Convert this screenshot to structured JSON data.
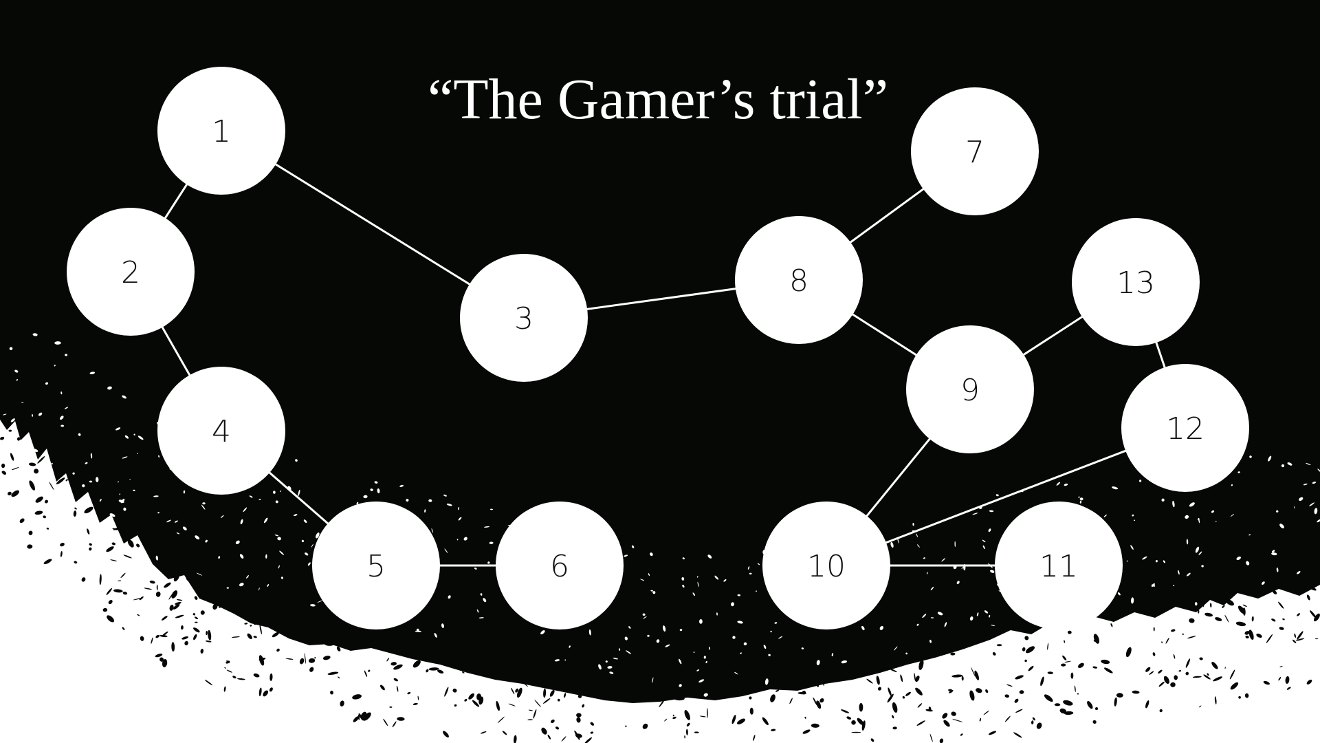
{
  "title": "“The Gamer’s trial”",
  "colors": {
    "background": "#050805",
    "node_fill": "#ffffff",
    "node_text": "#111111",
    "edge": "#ffffff",
    "splash": "#ffffff"
  },
  "graph": {
    "nodes": [
      {
        "id": "1",
        "label": "1"
      },
      {
        "id": "2",
        "label": "2"
      },
      {
        "id": "3",
        "label": "3"
      },
      {
        "id": "4",
        "label": "4"
      },
      {
        "id": "5",
        "label": "5"
      },
      {
        "id": "6",
        "label": "6"
      },
      {
        "id": "7",
        "label": "7"
      },
      {
        "id": "8",
        "label": "8"
      },
      {
        "id": "9",
        "label": "9"
      },
      {
        "id": "10",
        "label": "10"
      },
      {
        "id": "11",
        "label": "11"
      },
      {
        "id": "12",
        "label": "12"
      },
      {
        "id": "13",
        "label": "13"
      }
    ],
    "edges": [
      {
        "from": "1",
        "to": "2"
      },
      {
        "from": "1",
        "to": "3"
      },
      {
        "from": "2",
        "to": "4"
      },
      {
        "from": "4",
        "to": "5"
      },
      {
        "from": "5",
        "to": "6"
      },
      {
        "from": "3",
        "to": "8"
      },
      {
        "from": "8",
        "to": "7"
      },
      {
        "from": "8",
        "to": "9"
      },
      {
        "from": "9",
        "to": "13"
      },
      {
        "from": "13",
        "to": "12"
      },
      {
        "from": "9",
        "to": "10"
      },
      {
        "from": "12",
        "to": "10"
      },
      {
        "from": "10",
        "to": "11"
      }
    ]
  }
}
